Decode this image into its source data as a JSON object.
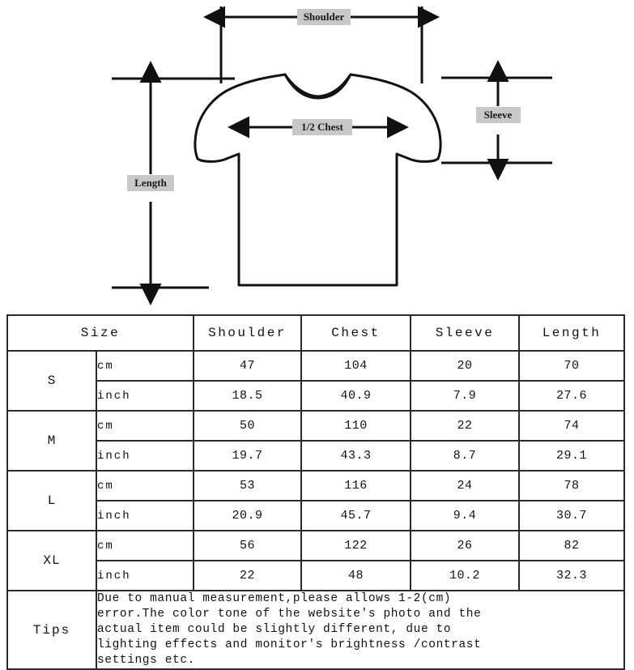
{
  "diagram": {
    "labels": {
      "shoulder": "Shoulder",
      "half_chest": "1/2 Chest",
      "sleeve": "Sleeve",
      "length": "Length"
    },
    "label_box_color": "#c8c8c8",
    "line_color": "#111111",
    "garment": "t-shirt-outline"
  },
  "table": {
    "headers": [
      "Size",
      "Shoulder",
      "Chest",
      "Sleeve",
      "Length"
    ],
    "units": [
      "cm",
      "inch"
    ],
    "rows": [
      {
        "size": "S",
        "cm": [
          "47",
          "104",
          "20",
          "70"
        ],
        "inch": [
          "18.5",
          "40.9",
          "7.9",
          "27.6"
        ]
      },
      {
        "size": "M",
        "cm": [
          "50",
          "110",
          "22",
          "74"
        ],
        "inch": [
          "19.7",
          "43.3",
          "8.7",
          "29.1"
        ]
      },
      {
        "size": "L",
        "cm": [
          "53",
          "116",
          "24",
          "78"
        ],
        "inch": [
          "20.9",
          "45.7",
          "9.4",
          "30.7"
        ]
      },
      {
        "size": "XL",
        "cm": [
          "56",
          "122",
          "26",
          "82"
        ],
        "inch": [
          "22",
          "48",
          "10.2",
          "32.3"
        ]
      }
    ],
    "tips_label": "Tips",
    "tips_lines": [
      "Due to manual measurement,please allows 1-2(cm)",
      "error.The color tone of the website's photo and the",
      "actual item could be slightly different, due to",
      "lighting effects and monitor's brightness /contrast",
      "settings etc."
    ]
  }
}
